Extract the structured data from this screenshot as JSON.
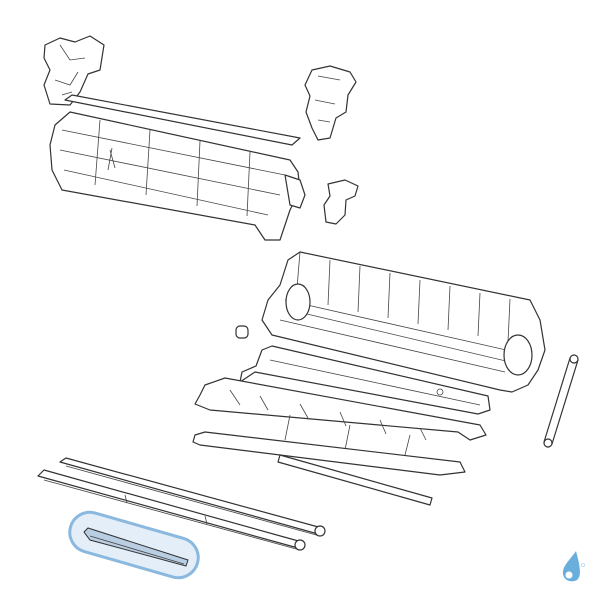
{
  "diagram": {
    "type": "exploded-parts-view",
    "parts": [
      "left-side-bracket",
      "top-strip",
      "heat-exchanger",
      "right-side-bracket",
      "small-bracket",
      "chassis",
      "small-bushing",
      "louver-shaft",
      "louver-frame",
      "louver-blade-assembly",
      "flap",
      "long-strip-upper",
      "long-strip-lower",
      "highlighted-part"
    ],
    "highlighted_part": "highlighted-part",
    "colors": {
      "line": "#333333",
      "highlight_fill": "#e3eef8",
      "highlight_stroke": "#8ab8de",
      "logo": "#6aaedc"
    },
    "logo_icon": "water-drop-logo"
  }
}
